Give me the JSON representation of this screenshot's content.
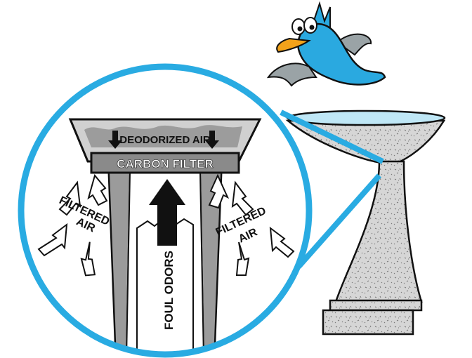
{
  "labels": {
    "deodorized_air": "DEODORIZED AIR",
    "carbon_filter": "CARBON FILTER",
    "filtered_air_line1": "FILTERED",
    "filtered_air_line2": "AIR",
    "foul_odors": "FOUL ODORS"
  },
  "colors": {
    "circle_ring": "#29abe2",
    "bird_body": "#2aa9e0",
    "bird_beak": "#f2a21a",
    "bird_wing": "#9aa3a6",
    "water": "#bfe7f6",
    "stone": "#d9d9d9",
    "filter_band": "#8a8a8a",
    "outline": "#111111"
  },
  "icons": [
    "bird-illustration",
    "birdbath-illustration",
    "up-arrow-icon",
    "down-arrow-icon"
  ]
}
